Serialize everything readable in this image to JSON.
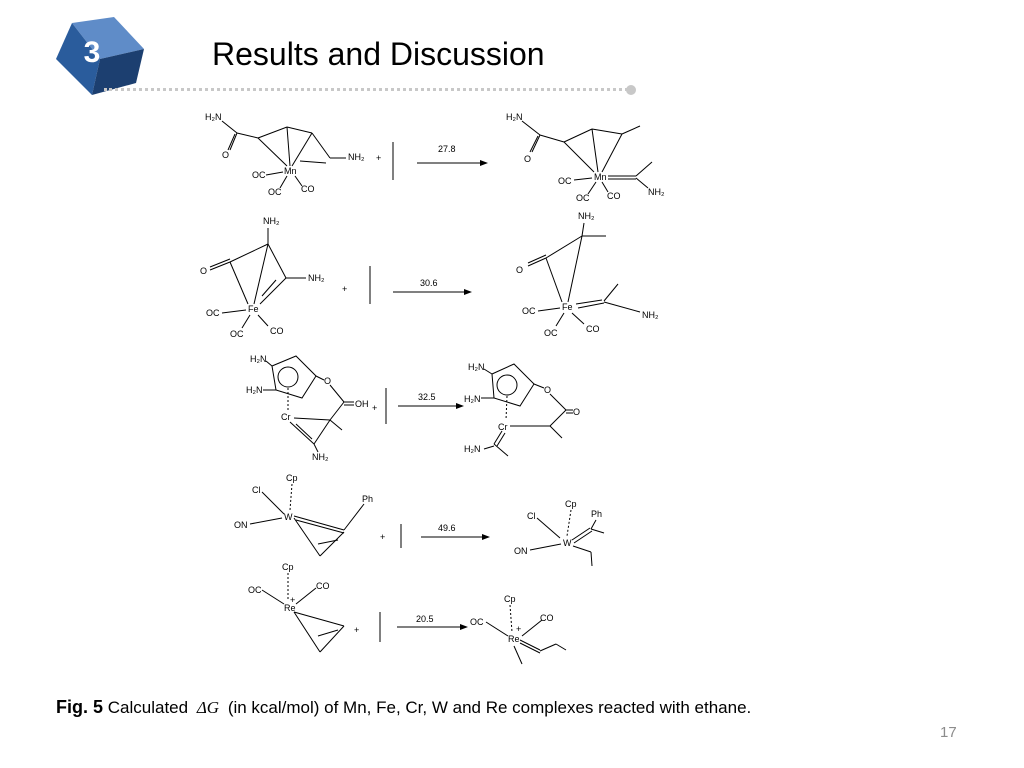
{
  "slide": {
    "section_number": "3",
    "title": "Results and Discussion",
    "page_number": "17"
  },
  "caption": {
    "fig_label": "Fig. 5",
    "text_before": "Calculated",
    "delta_g": "ΔG",
    "text_after": "(in kcal/mol) of Mn, Fe, Cr, W and Re complexes reacted with ethane."
  },
  "reactions": [
    {
      "metal": "Mn",
      "energy": "27.8"
    },
    {
      "metal": "Fe",
      "energy": "30.6"
    },
    {
      "metal": "Cr",
      "energy": "32.5"
    },
    {
      "metal": "W",
      "energy": "49.6"
    },
    {
      "metal": "Re",
      "energy": "20.5"
    }
  ],
  "labels": {
    "H2N": "H₂N",
    "NH2": "NH₂",
    "O": "O",
    "OC": "OC",
    "CO": "CO",
    "OH": "OH",
    "Cp": "Cp",
    "Cl": "Cl",
    "ON": "ON",
    "Ph": "Ph",
    "plus": "+",
    "charge": "+"
  },
  "colors": {
    "badge_front": "#2a5c9c",
    "badge_top": "#5f8cc8",
    "badge_side": "#1c3f70",
    "divider": "#c8c8c8",
    "page_number": "#8c8c8c"
  }
}
